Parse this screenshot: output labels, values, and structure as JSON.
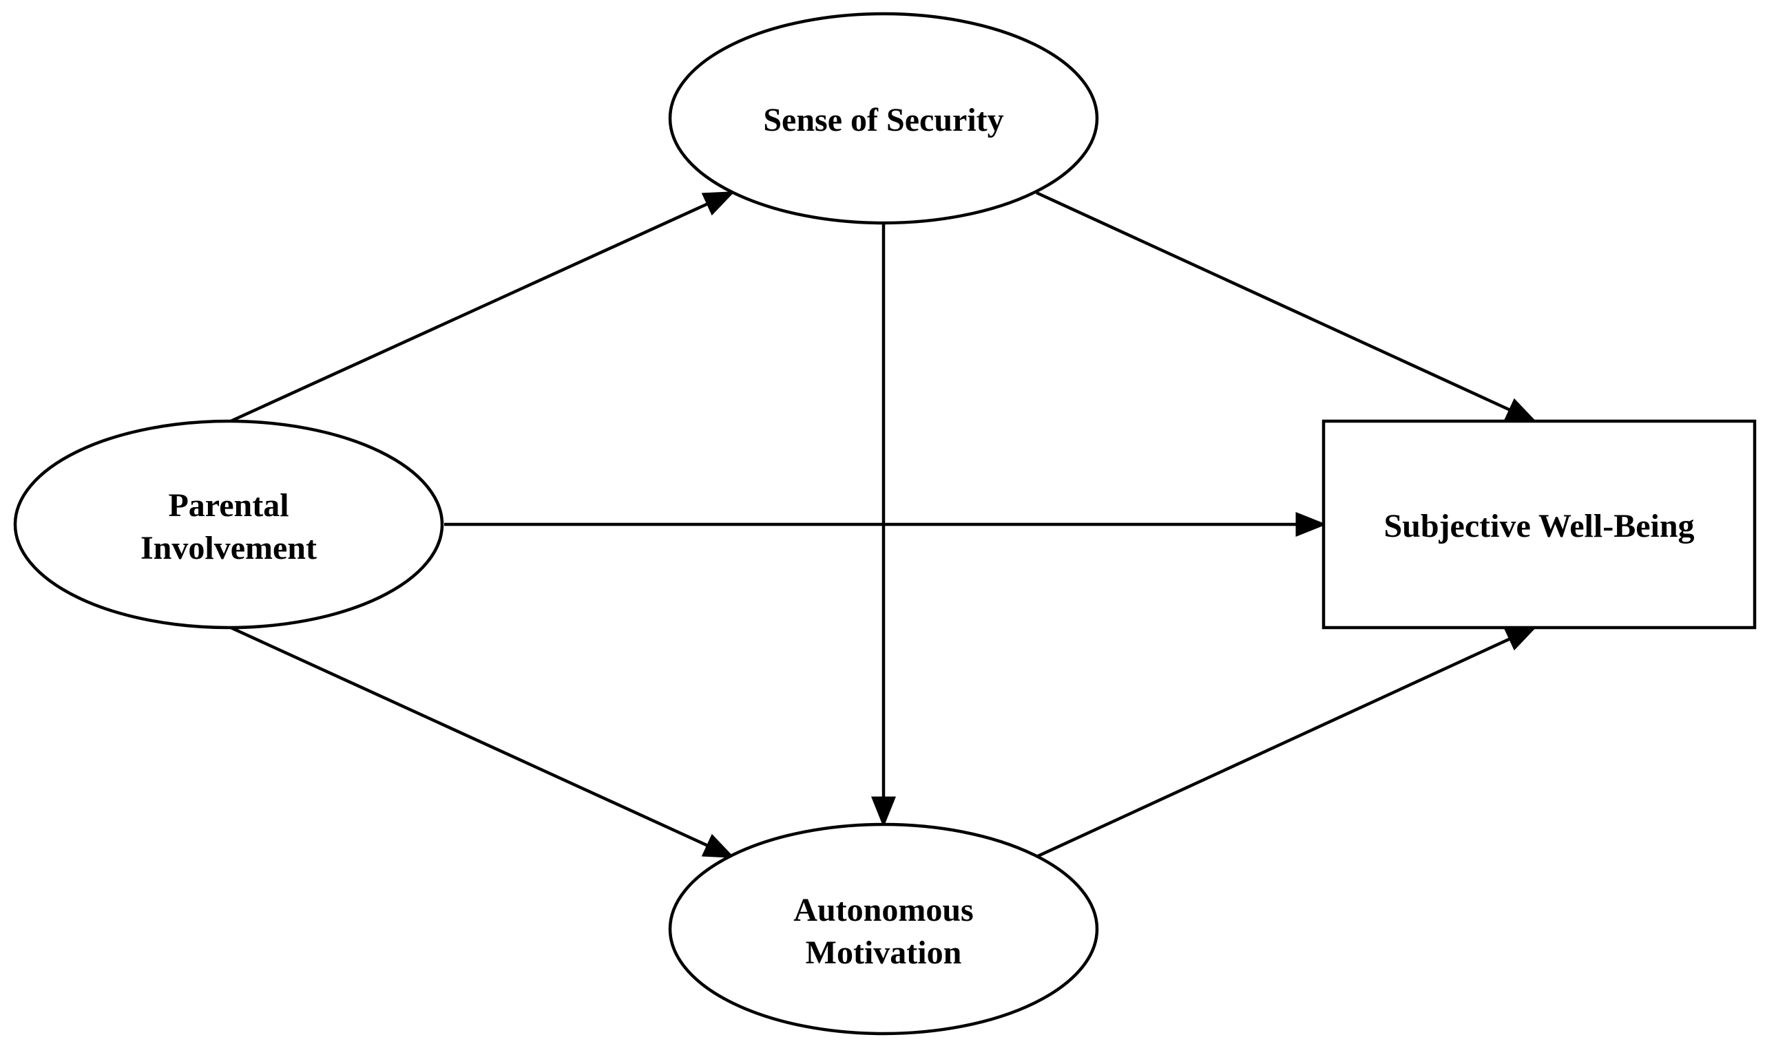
{
  "diagram": {
    "nodes": {
      "sense_of_security": {
        "shape": "ellipse",
        "lines": [
          "Sense of Security"
        ]
      },
      "parental_involvement": {
        "shape": "ellipse",
        "lines": [
          "Parental",
          "Involvement"
        ]
      },
      "autonomous_motivation": {
        "shape": "ellipse",
        "lines": [
          "Autonomous",
          "Motivation"
        ]
      },
      "subjective_well_being": {
        "shape": "rectangle",
        "lines": [
          "Subjective Well-Being"
        ]
      }
    },
    "edges": [
      {
        "from": "parental_involvement",
        "to": "sense_of_security"
      },
      {
        "from": "parental_involvement",
        "to": "autonomous_motivation"
      },
      {
        "from": "parental_involvement",
        "to": "subjective_well_being"
      },
      {
        "from": "sense_of_security",
        "to": "subjective_well_being"
      },
      {
        "from": "sense_of_security",
        "to": "autonomous_motivation"
      },
      {
        "from": "autonomous_motivation",
        "to": "subjective_well_being"
      }
    ],
    "colors": {
      "stroke": "#000000",
      "fill": "#ffffff",
      "background": "#ffffff"
    }
  }
}
